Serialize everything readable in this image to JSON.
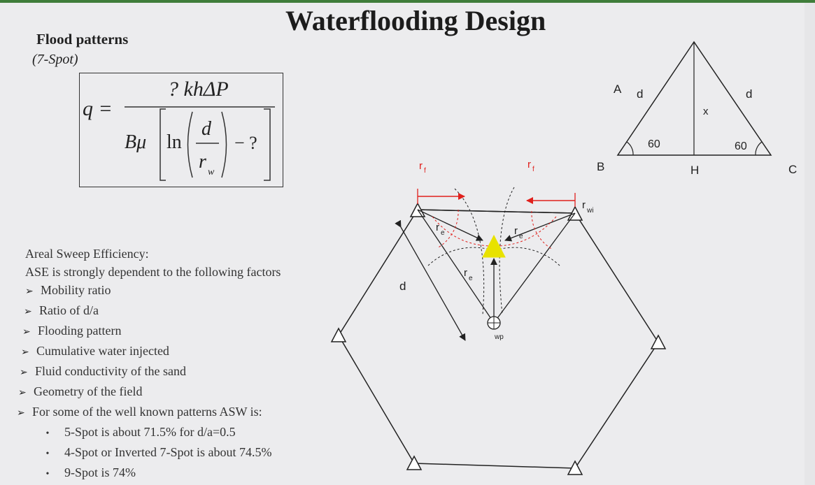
{
  "slide": {
    "title": "Waterflooding Design",
    "section": "Flood patterns",
    "pattern": "(7-Spot)"
  },
  "formula": {
    "lhs": "q =",
    "numerator": "? khΔP",
    "denominator_prefix": "Bμ",
    "ln": "ln",
    "frac_top": "d",
    "frac_bottom": "r",
    "frac_bottom_sub": "w",
    "tail": "− ?"
  },
  "ase": {
    "heading": "Areal Sweep Efficiency:",
    "intro": "ASE is strongly dependent to the following factors",
    "factors": [
      "Mobility ratio",
      "Ratio of d/a",
      "Flooding pattern",
      "Cumulative water injected",
      "Fluid conductivity of the sand",
      "Geometry of the field",
      "For some of the well known patterns ASW is:"
    ],
    "patterns": [
      "5-Spot is about 71.5% for d/a=0.5",
      "4-Spot or Inverted 7-Spot is about 74.5%",
      "9-Spot is 74%"
    ]
  },
  "triangle_diagram": {
    "vertex_a": "A",
    "vertex_b": "B",
    "vertex_c": "C",
    "side_left": "d",
    "side_right": "d",
    "height": "x",
    "angle_left": "60",
    "angle_right": "60",
    "foot": "H"
  },
  "hex_diagram": {
    "rf_left": "r",
    "rf_left_sub": "f",
    "rf_right": "r",
    "rf_right_sub": "f",
    "re_1": "r",
    "re_1_sub": "e",
    "re_2": "r",
    "re_2_sub": "e",
    "re_3": "r",
    "re_3_sub": "e",
    "rwi": "r",
    "rwi_sub": "wi",
    "wp": "wp",
    "d": "d"
  },
  "colors": {
    "arrow": "#e0201c",
    "producer": "#e8e200",
    "topbar": "#3f7d3a"
  }
}
